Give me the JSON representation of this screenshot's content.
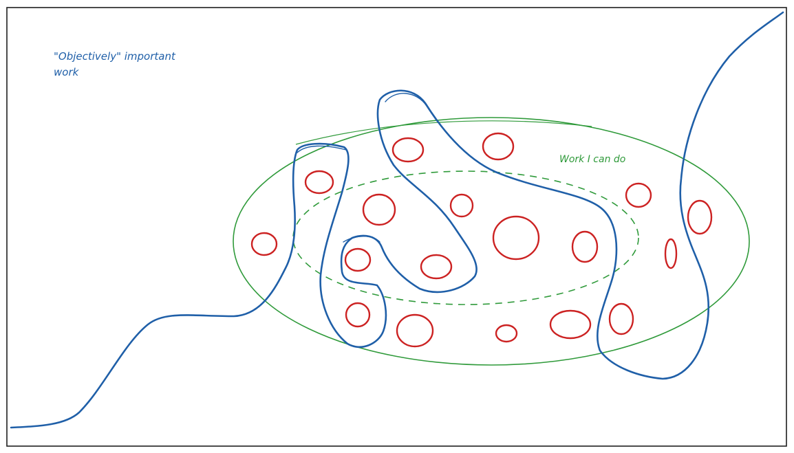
{
  "labels": {
    "objective_line1": "\"Objectively\" important",
    "objective_line2": "work",
    "work_i_can_do": "Work I can do"
  },
  "colors": {
    "frame": "#1e1e1e",
    "blue": "#1f5fa8",
    "green": "#2f9a3a",
    "red": "#cc2222"
  }
}
